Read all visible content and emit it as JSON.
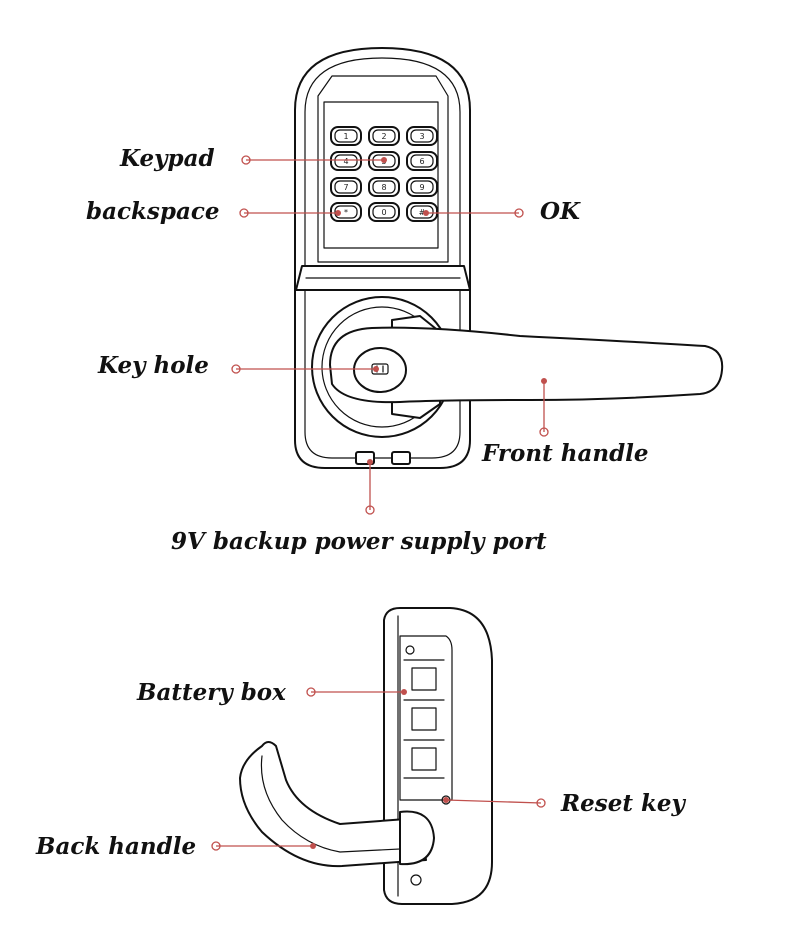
{
  "colors": {
    "leader": "#c0504d",
    "ink": "#111111",
    "background": "#ffffff"
  },
  "keypad_keys": [
    "1",
    "2",
    "3",
    "4",
    "5",
    "6",
    "7",
    "8",
    "9",
    "*",
    "0",
    "#"
  ],
  "labels": {
    "keypad": "Keypad",
    "backspace": "backspace",
    "ok": "OK",
    "key_hole": "Key hole",
    "front_handle": "Front handle",
    "backup_port": "9V backup power supply port",
    "battery_box": "Battery box",
    "reset_key": "Reset key",
    "back_handle": "Back handle"
  }
}
